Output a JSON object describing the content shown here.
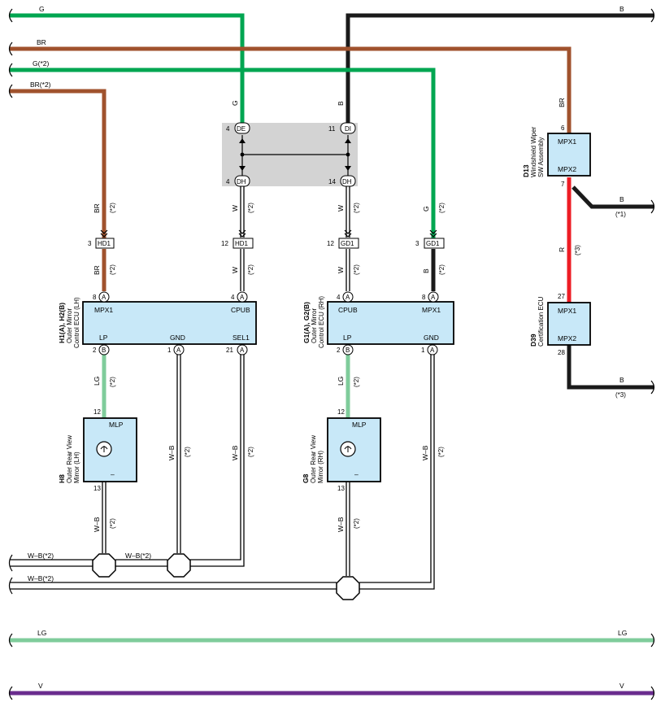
{
  "colors": {
    "green": "#00a651",
    "brown": "#a0522d",
    "black": "#1a1a1a",
    "red": "#ed1c24",
    "light_green": "#7fcc9b",
    "violet": "#6a2c8e",
    "ecu_fill": "#c8e8f8",
    "junction_fill": "#d3d3d3"
  },
  "buses": {
    "g": "G",
    "b": "B",
    "br": "BR",
    "g2": "G(*2)",
    "br2": "BR(*2)",
    "wb2_a": "W–B(*2)",
    "wb2_b": "W–B(*2)",
    "wb2_mid": "W–B(*2)",
    "lg_left": "LG",
    "lg_right": "LG",
    "v_left": "V",
    "v_right": "V"
  },
  "wire_labels": {
    "g": "G",
    "b": "B",
    "br": "BR",
    "w": "W",
    "r": "R",
    "lg": "LG",
    "wb": "W–B",
    "n1": "(*1)",
    "n2": "(*2)",
    "n3": "(*3)"
  },
  "junction": {
    "p4": "4",
    "de": "DE",
    "p11": "11",
    "di": "DI",
    "p4b": "4",
    "dh": "DH",
    "p14": "14",
    "dh2": "DH"
  },
  "connectors": {
    "hd1": "HD1",
    "gd1": "GD1",
    "n3": "3",
    "n12": "12"
  },
  "ecu_lh": {
    "id": "H1(A), H2(B)",
    "desc1": "Outer Mirror",
    "desc2": "Control ECU (LH)",
    "mpx1": "MPX1",
    "cpub": "CPUB",
    "lp": "LP",
    "gnd": "GND",
    "sel1": "SEL1",
    "p8": "8",
    "p4": "4",
    "p2": "2",
    "p1": "1",
    "p21": "21",
    "ca": "A",
    "cb": "B"
  },
  "ecu_rh": {
    "id": "G1(A), G2(B)",
    "desc1": "Outer Mirror",
    "desc2": "Control ECU (RH)",
    "cpub": "CPUB",
    "mpx1": "MPX1",
    "lp": "LP",
    "gnd": "GND",
    "p4": "4",
    "p8": "8",
    "p2": "2",
    "p1": "1",
    "ca": "A",
    "cb": "B"
  },
  "mirror_lh": {
    "id": "H8",
    "desc1": "Outer Rear View",
    "desc2": "Mirror (LH)",
    "mlp": "MLP",
    "minus": "–",
    "p12": "12",
    "p13": "13"
  },
  "mirror_rh": {
    "id": "G8",
    "desc1": "Outer Rear View",
    "desc2": "Mirror (RH)",
    "mlp": "MLP",
    "minus": "–",
    "p12": "12",
    "p13": "13"
  },
  "wiper": {
    "id": "D13",
    "desc1": "Windshield Wiper",
    "desc2": "SW Assembly",
    "mpx1": "MPX1",
    "mpx2": "MPX2",
    "p6": "6",
    "p7": "7"
  },
  "cert": {
    "id": "D39",
    "desc1": "Certification ECU",
    "mpx1": "MPX1",
    "mpx2": "MPX2",
    "p27": "27",
    "p28": "28"
  }
}
